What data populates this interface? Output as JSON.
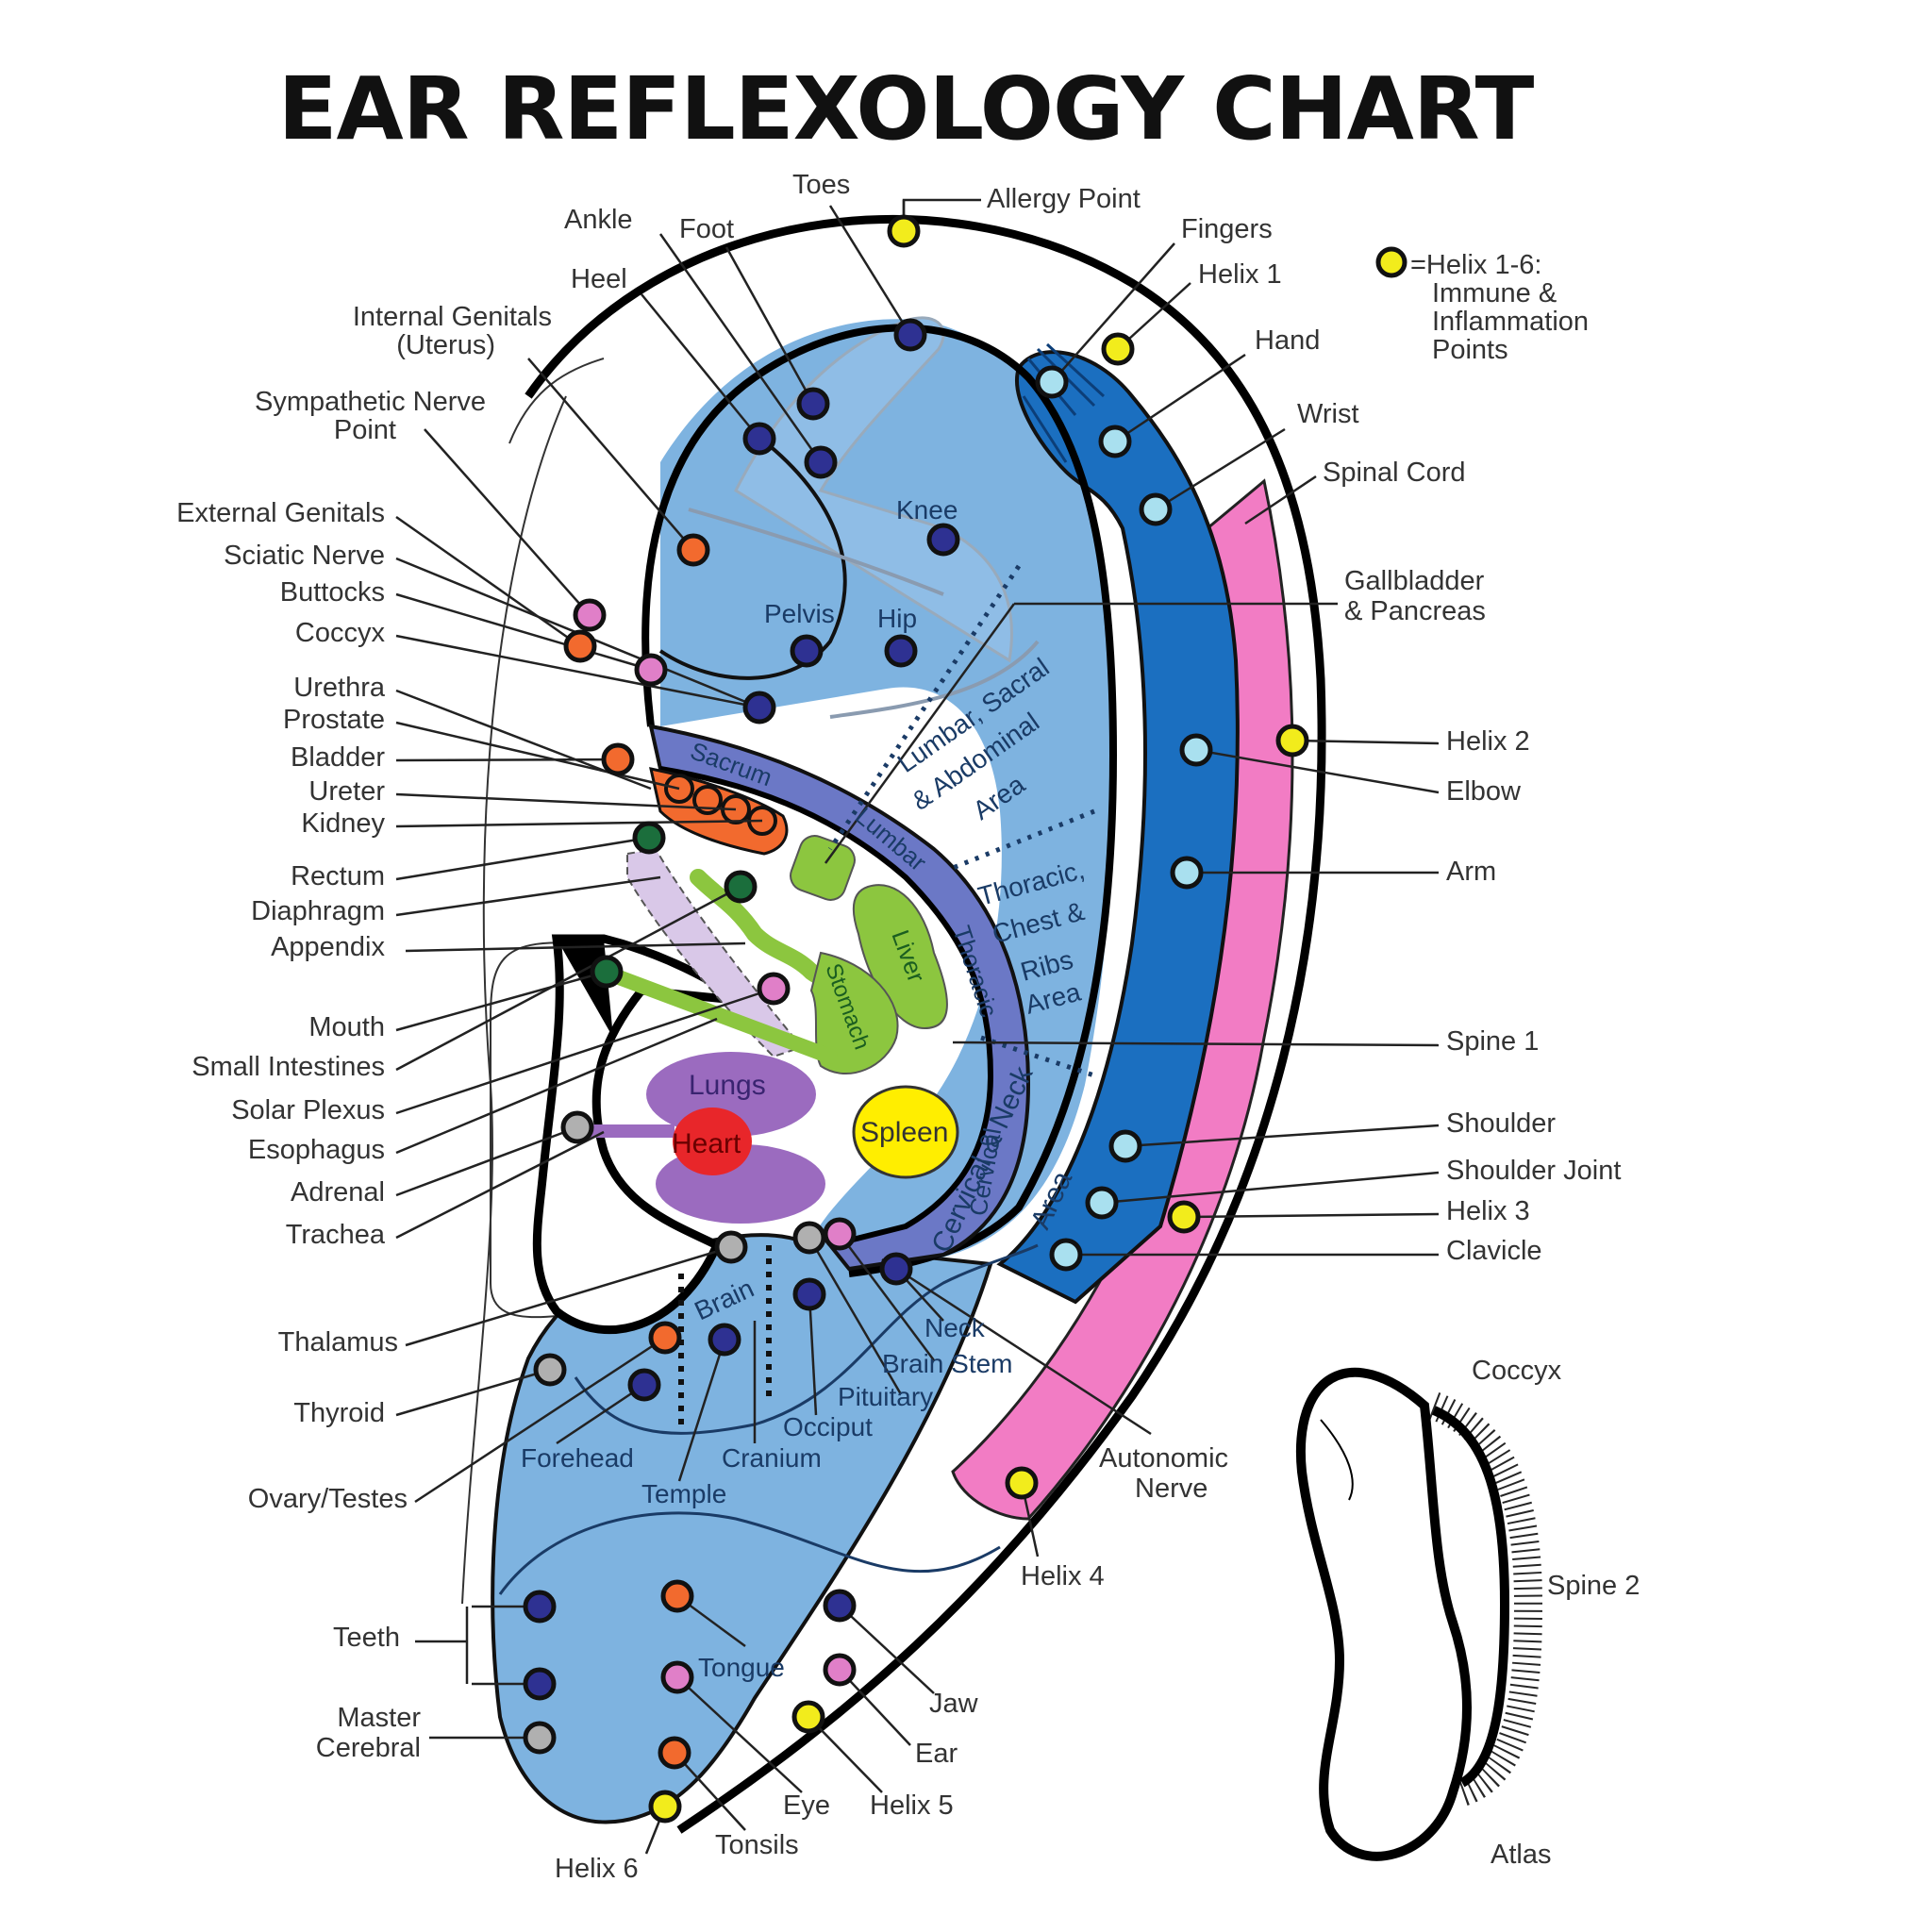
{
  "title": "EAR REFLEXOLOGY CHART",
  "legend": {
    "symbol_color": "#f2ec1c",
    "lines": [
      "=Helix 1-6:",
      "Immune &",
      "Inflammation",
      "Points"
    ]
  },
  "colors": {
    "lobe_blue": "#7eb3e0",
    "hand_blue": "#1b6fc0",
    "helix_pink": "#f27cc4",
    "spine_purple": "#6b78c6",
    "kidney_orange": "#f26a2e",
    "organ_green": "#8cc63f",
    "lungs_purple": "#9b6bbf",
    "heart_red": "#e8262a",
    "spleen_yellow": "#ffee00",
    "diaphragm_lavender": "#d9c8e8",
    "dot_navy": "#2e3192",
    "dot_orange": "#f26a2e",
    "dot_pink": "#e07fc8",
    "dot_green": "#1b6e3c",
    "dot_gray": "#b0b0b0",
    "dot_cyan": "#a9e0ef",
    "dot_yellow": "#f2ec1c"
  },
  "zones": {
    "lumbar_area": [
      "Lumbar, Sacral",
      "& Abdominal",
      "Area"
    ],
    "thoracic_area": [
      "Thoracic,",
      "Chest &",
      "Ribs",
      "Area"
    ],
    "cervical_area": [
      "Cervical & Neck",
      "Area"
    ],
    "spine_segments": [
      "Sacrum",
      "Lumbar",
      "Thoracic",
      "Cervical"
    ]
  },
  "organs": {
    "liver": "Liver",
    "stomach": "Stomach",
    "lungs": "Lungs",
    "heart": "Heart",
    "spleen": "Spleen",
    "knee": "Knee",
    "pelvis": "Pelvis",
    "hip": "Hip",
    "brain": "Brain",
    "tongue": "Tongue",
    "forehead": "Forehead",
    "temple": "Temple",
    "cranium": "Cranium",
    "occiput": "Occiput",
    "pituitary": "Pituitary",
    "brain_stem": "Brain Stem",
    "neck": "Neck"
  },
  "labels_left": [
    "Internal Genitals",
    "(Uterus)",
    "Sympathetic Nerve",
    "Point",
    "External Genitals",
    "Sciatic Nerve",
    "Buttocks",
    "Coccyx",
    "Urethra",
    "Prostate",
    "Bladder",
    "Ureter",
    "Kidney",
    "Rectum",
    "Diaphragm",
    "Appendix",
    "Mouth",
    "Small Intestines",
    "Solar Plexus",
    "Esophagus",
    "Adrenal",
    "Trachea",
    "Thalamus",
    "Thyroid",
    "Ovary/Testes",
    "Teeth",
    "Master",
    "Cerebral"
  ],
  "labels_top": [
    "Ankle",
    "Foot",
    "Heel",
    "Toes",
    "Allergy Point",
    "Fingers",
    "Helix 1"
  ],
  "labels_right": [
    "Hand",
    "Wrist",
    "Spinal Cord",
    "Gallbladder",
    "& Pancreas",
    "Helix 2",
    "Elbow",
    "Arm",
    "Spine 1",
    "Shoulder",
    "Shoulder Joint",
    "Helix 3",
    "Clavicle",
    "Autonomic",
    "Nerve",
    "Helix 4"
  ],
  "labels_bottom": [
    "Jaw",
    "Ear",
    "Eye",
    "Helix 5",
    "Tonsils",
    "Helix 6"
  ],
  "inset": {
    "coccyx": "Coccyx",
    "spine2": "Spine 2",
    "atlas": "Atlas"
  }
}
